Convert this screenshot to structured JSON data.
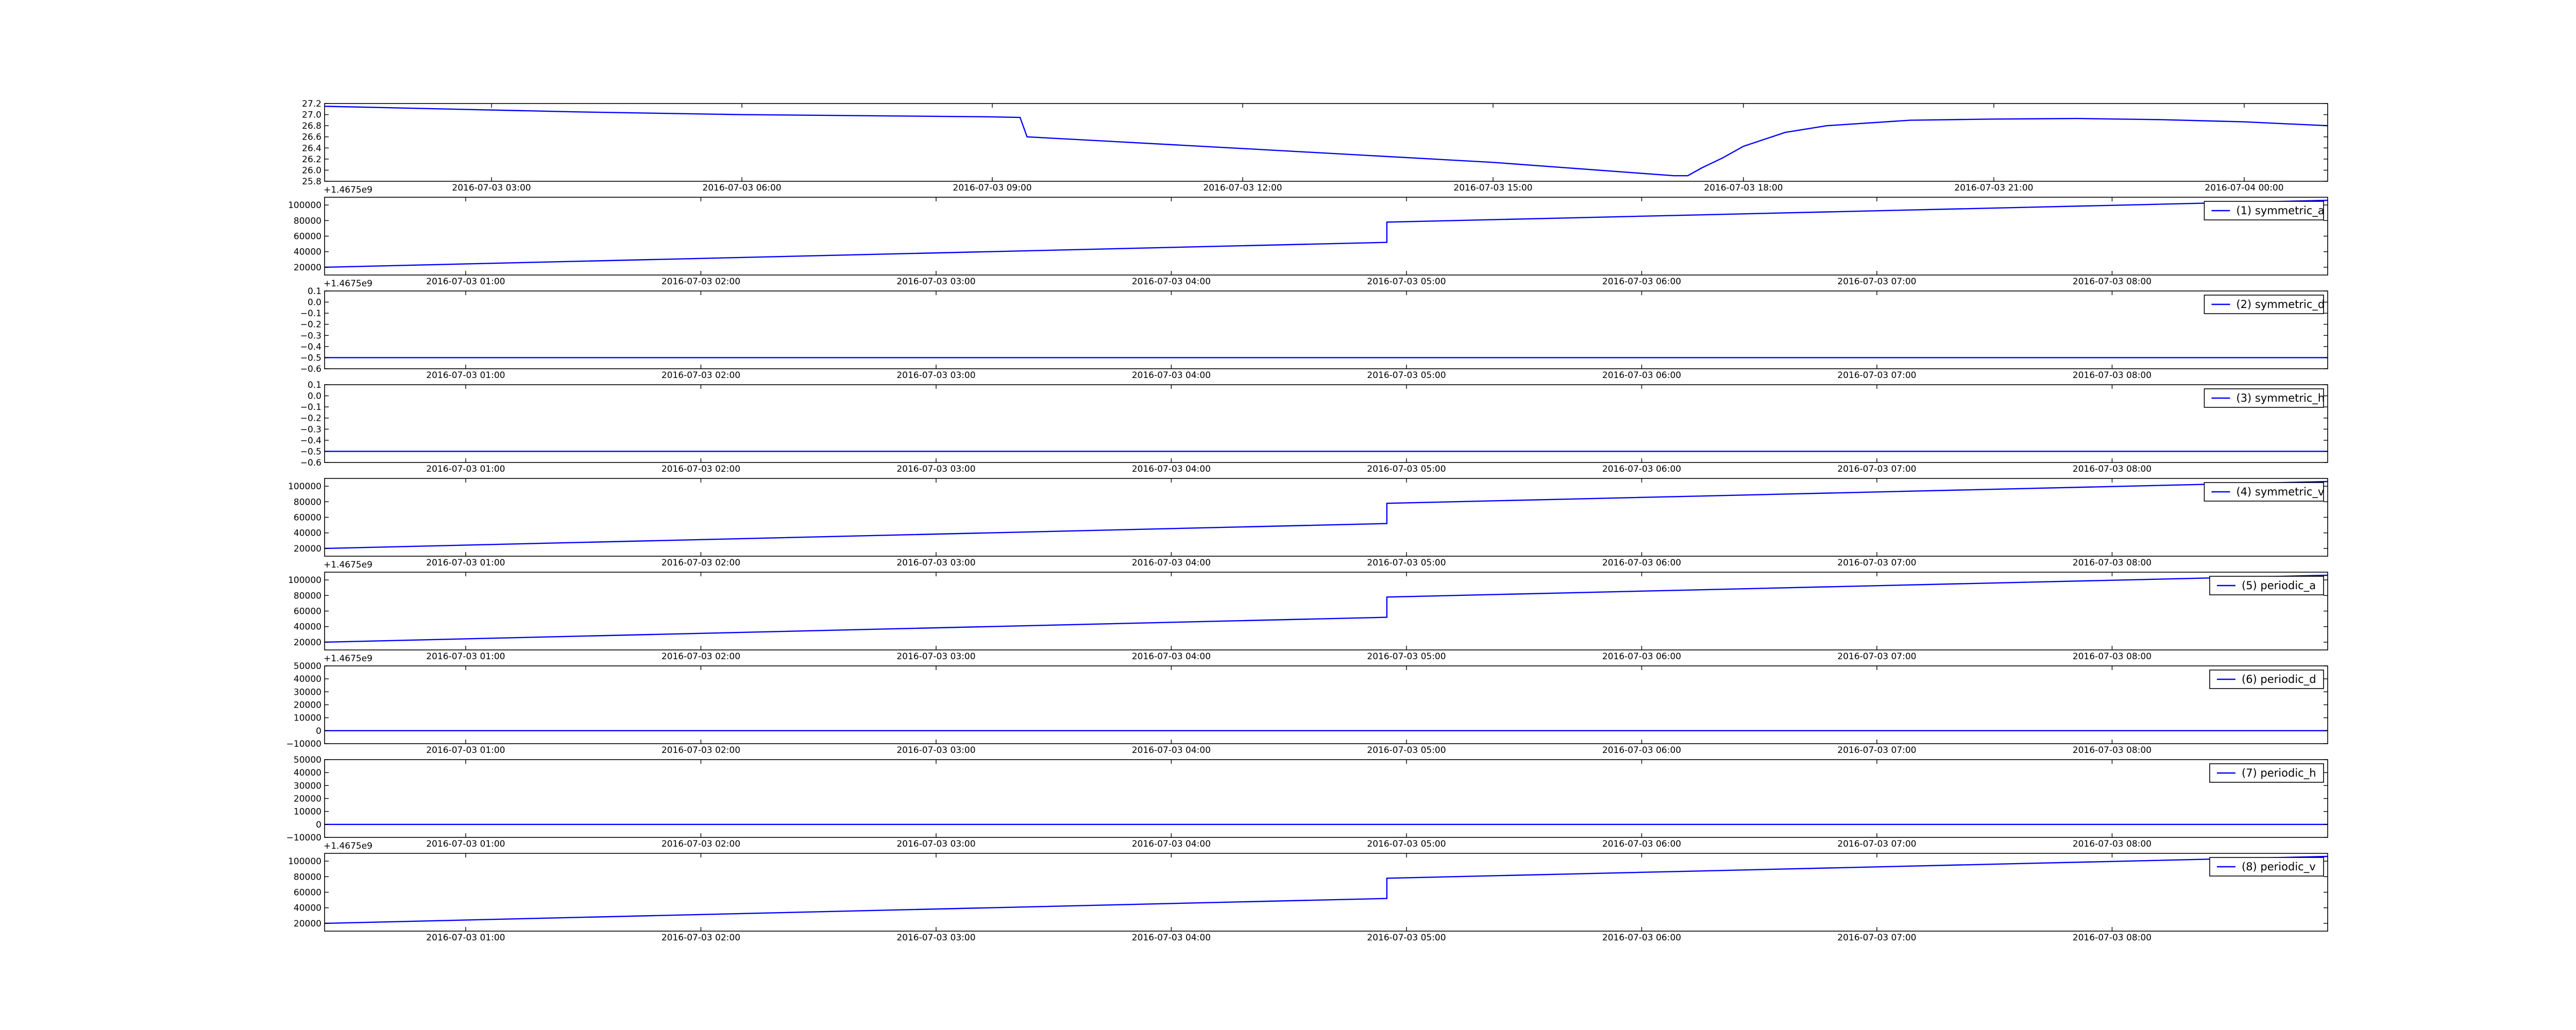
{
  "figure": {
    "line_color": "#0000ff",
    "background": "#ffffff"
  },
  "chart_data": [
    {
      "type": "line",
      "title": "",
      "xlabel": "",
      "ylabel": "",
      "legend": null,
      "offset_label": "+1.4675e9",
      "xlim": [
        "2016-07-03 01:00",
        "2016-07-04 01:00"
      ],
      "xticks": [
        "2016-07-03 03:00",
        "2016-07-03 06:00",
        "2016-07-03 09:00",
        "2016-07-03 12:00",
        "2016-07-03 15:00",
        "2016-07-03 18:00",
        "2016-07-03 21:00",
        "2016-07-04 00:00"
      ],
      "ylim": [
        25.8,
        27.2
      ],
      "yticks": [
        "25.8",
        "26.0",
        "26.2",
        "26.4",
        "26.6",
        "26.8",
        "27.0",
        "27.2"
      ],
      "series": [
        {
          "x": [
            "2016-07-03 01:00",
            "2016-07-03 04:00",
            "2016-07-03 06:00",
            "2016-07-03 09:00",
            "2016-07-03 09:20",
            "2016-07-03 09:25",
            "2016-07-03 12:00",
            "2016-07-03 15:00",
            "2016-07-03 17:10",
            "2016-07-03 17:20",
            "2016-07-03 17:30",
            "2016-07-03 17:45",
            "2016-07-03 18:00",
            "2016-07-03 18:30",
            "2016-07-03 19:00",
            "2016-07-03 20:00",
            "2016-07-03 21:00",
            "2016-07-03 22:00",
            "2016-07-03 23:00",
            "2016-07-04 00:00",
            "2016-07-04 01:00"
          ],
          "y": [
            27.15,
            27.05,
            27.0,
            26.96,
            26.95,
            26.6,
            26.39,
            26.14,
            25.9,
            25.9,
            26.04,
            26.22,
            26.43,
            26.68,
            26.8,
            26.9,
            26.92,
            26.93,
            26.91,
            26.87,
            26.8
          ]
        }
      ]
    },
    {
      "type": "line",
      "title": "",
      "xlabel": "",
      "ylabel": "",
      "legend": "top-right",
      "offset_label": "+1.4675e9",
      "xlim": [
        "2016-07-03 00:24",
        "2016-07-03 08:55"
      ],
      "xticks": [
        "2016-07-03 01:00",
        "2016-07-03 02:00",
        "2016-07-03 03:00",
        "2016-07-03 04:00",
        "2016-07-03 05:00",
        "2016-07-03 06:00",
        "2016-07-03 07:00",
        "2016-07-03 08:00"
      ],
      "ylim": [
        10000,
        110000
      ],
      "yticks": [
        "20000",
        "40000",
        "60000",
        "80000",
        "100000"
      ],
      "series": [
        {
          "name": "(1) symmetric_a",
          "x": [
            "2016-07-03 00:24",
            "2016-07-03 04:55",
            "2016-07-03 04:55",
            "2016-07-03 08:55"
          ],
          "y": [
            20000,
            52000,
            78000,
            106000
          ]
        }
      ]
    },
    {
      "type": "line",
      "title": "",
      "xlabel": "",
      "ylabel": "",
      "legend": "top-right",
      "xlim": [
        "2016-07-03 00:24",
        "2016-07-03 08:55"
      ],
      "xticks": [
        "2016-07-03 01:00",
        "2016-07-03 02:00",
        "2016-07-03 03:00",
        "2016-07-03 04:00",
        "2016-07-03 05:00",
        "2016-07-03 06:00",
        "2016-07-03 07:00",
        "2016-07-03 08:00"
      ],
      "ylim": [
        -0.6,
        0.1
      ],
      "yticks": [
        "−0.6",
        "−0.5",
        "−0.4",
        "−0.3",
        "−0.2",
        "−0.1",
        "0.0",
        "0.1"
      ],
      "series": [
        {
          "name": "(2) symmetric_d",
          "x": [
            "2016-07-03 00:24",
            "2016-07-03 08:55"
          ],
          "y": [
            -0.5,
            -0.5
          ]
        }
      ]
    },
    {
      "type": "line",
      "title": "",
      "xlabel": "",
      "ylabel": "",
      "legend": "top-right",
      "xlim": [
        "2016-07-03 00:24",
        "2016-07-03 08:55"
      ],
      "xticks": [
        "2016-07-03 01:00",
        "2016-07-03 02:00",
        "2016-07-03 03:00",
        "2016-07-03 04:00",
        "2016-07-03 05:00",
        "2016-07-03 06:00",
        "2016-07-03 07:00",
        "2016-07-03 08:00"
      ],
      "ylim": [
        -0.6,
        0.1
      ],
      "yticks": [
        "−0.6",
        "−0.5",
        "−0.4",
        "−0.3",
        "−0.2",
        "−0.1",
        "0.0",
        "0.1"
      ],
      "series": [
        {
          "name": "(3) symmetric_h",
          "x": [
            "2016-07-03 00:24",
            "2016-07-03 08:55"
          ],
          "y": [
            -0.5,
            -0.5
          ]
        }
      ]
    },
    {
      "type": "line",
      "title": "",
      "xlabel": "",
      "ylabel": "",
      "legend": "top-right",
      "offset_label": "+1.4675e9",
      "xlim": [
        "2016-07-03 00:24",
        "2016-07-03 08:55"
      ],
      "xticks": [
        "2016-07-03 01:00",
        "2016-07-03 02:00",
        "2016-07-03 03:00",
        "2016-07-03 04:00",
        "2016-07-03 05:00",
        "2016-07-03 06:00",
        "2016-07-03 07:00",
        "2016-07-03 08:00"
      ],
      "ylim": [
        10000,
        110000
      ],
      "yticks": [
        "20000",
        "40000",
        "60000",
        "80000",
        "100000"
      ],
      "series": [
        {
          "name": "(4) symmetric_v",
          "x": [
            "2016-07-03 00:24",
            "2016-07-03 04:55",
            "2016-07-03 04:55",
            "2016-07-03 08:55"
          ],
          "y": [
            20000,
            52000,
            78000,
            106000
          ]
        }
      ]
    },
    {
      "type": "line",
      "title": "",
      "xlabel": "",
      "ylabel": "",
      "legend": "top-right",
      "offset_label": "+1.4675e9",
      "xlim": [
        "2016-07-03 00:24",
        "2016-07-03 08:55"
      ],
      "xticks": [
        "2016-07-03 01:00",
        "2016-07-03 02:00",
        "2016-07-03 03:00",
        "2016-07-03 04:00",
        "2016-07-03 05:00",
        "2016-07-03 06:00",
        "2016-07-03 07:00",
        "2016-07-03 08:00"
      ],
      "ylim": [
        10000,
        110000
      ],
      "yticks": [
        "20000",
        "40000",
        "60000",
        "80000",
        "100000"
      ],
      "series": [
        {
          "name": "(5) periodic_a",
          "x": [
            "2016-07-03 00:24",
            "2016-07-03 04:55",
            "2016-07-03 04:55",
            "2016-07-03 08:55"
          ],
          "y": [
            20000,
            52000,
            78000,
            106000
          ]
        }
      ]
    },
    {
      "type": "line",
      "title": "",
      "xlabel": "",
      "ylabel": "",
      "legend": "top-right",
      "xlim": [
        "2016-07-03 00:24",
        "2016-07-03 08:55"
      ],
      "xticks": [
        "2016-07-03 01:00",
        "2016-07-03 02:00",
        "2016-07-03 03:00",
        "2016-07-03 04:00",
        "2016-07-03 05:00",
        "2016-07-03 06:00",
        "2016-07-03 07:00",
        "2016-07-03 08:00"
      ],
      "ylim": [
        -10000,
        50000
      ],
      "yticks": [
        "−10000",
        "0",
        "10000",
        "20000",
        "30000",
        "40000",
        "50000"
      ],
      "series": [
        {
          "name": "(6) periodic_d",
          "x": [
            "2016-07-03 00:24",
            "2016-07-03 08:55"
          ],
          "y": [
            0,
            0
          ]
        }
      ]
    },
    {
      "type": "line",
      "title": "",
      "xlabel": "",
      "ylabel": "",
      "legend": "top-right",
      "offset_label": "+1.4675e9",
      "xlim": [
        "2016-07-03 00:24",
        "2016-07-03 08:55"
      ],
      "xticks": [
        "2016-07-03 01:00",
        "2016-07-03 02:00",
        "2016-07-03 03:00",
        "2016-07-03 04:00",
        "2016-07-03 05:00",
        "2016-07-03 06:00",
        "2016-07-03 07:00",
        "2016-07-03 08:00"
      ],
      "ylim": [
        -10000,
        50000
      ],
      "yticks": [
        "−10000",
        "0",
        "10000",
        "20000",
        "30000",
        "40000",
        "50000"
      ],
      "series": [
        {
          "name": "(7) periodic_h",
          "x": [
            "2016-07-03 00:24",
            "2016-07-03 08:55"
          ],
          "y": [
            0,
            0
          ]
        }
      ]
    },
    {
      "type": "line",
      "title": "",
      "xlabel": "",
      "ylabel": "",
      "legend": "top-right",
      "xlim": [
        "2016-07-03 00:24",
        "2016-07-03 08:55"
      ],
      "xticks": [
        "2016-07-03 01:00",
        "2016-07-03 02:00",
        "2016-07-03 03:00",
        "2016-07-03 04:00",
        "2016-07-03 05:00",
        "2016-07-03 06:00",
        "2016-07-03 07:00",
        "2016-07-03 08:00"
      ],
      "ylim": [
        10000,
        110000
      ],
      "yticks": [
        "20000",
        "40000",
        "60000",
        "80000",
        "100000"
      ],
      "series": [
        {
          "name": "(8) periodic_v",
          "x": [
            "2016-07-03 00:24",
            "2016-07-03 04:55",
            "2016-07-03 04:55",
            "2016-07-03 08:55"
          ],
          "y": [
            20000,
            52000,
            78000,
            106000
          ]
        }
      ]
    }
  ]
}
